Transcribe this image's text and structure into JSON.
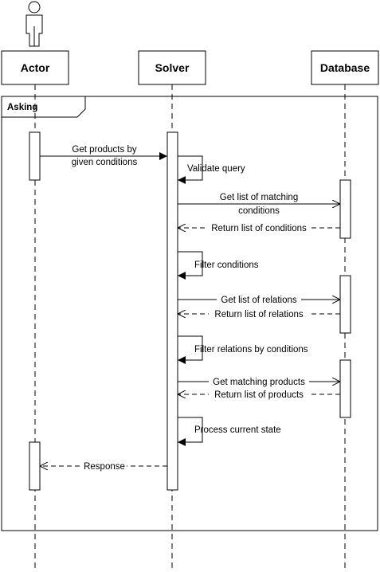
{
  "participants": {
    "actor": "Actor",
    "solver": "Solver",
    "database": "Database"
  },
  "frame": {
    "label": "Asking"
  },
  "messages": {
    "get_products": [
      "Get products by",
      "given conditions"
    ],
    "validate_query": "Validate query",
    "get_matching_conditions": [
      "Get list of matching",
      "conditions"
    ],
    "return_conditions": "Return list of conditions",
    "filter_conditions": "Filter conditions",
    "get_relations": "Get list of relations",
    "return_relations": "Return list of relations",
    "filter_relations": "Filter relations by conditions",
    "get_matching_products": "Get matching products",
    "return_products": "Return list of products",
    "process_state": "Process current state",
    "response": "Response"
  }
}
